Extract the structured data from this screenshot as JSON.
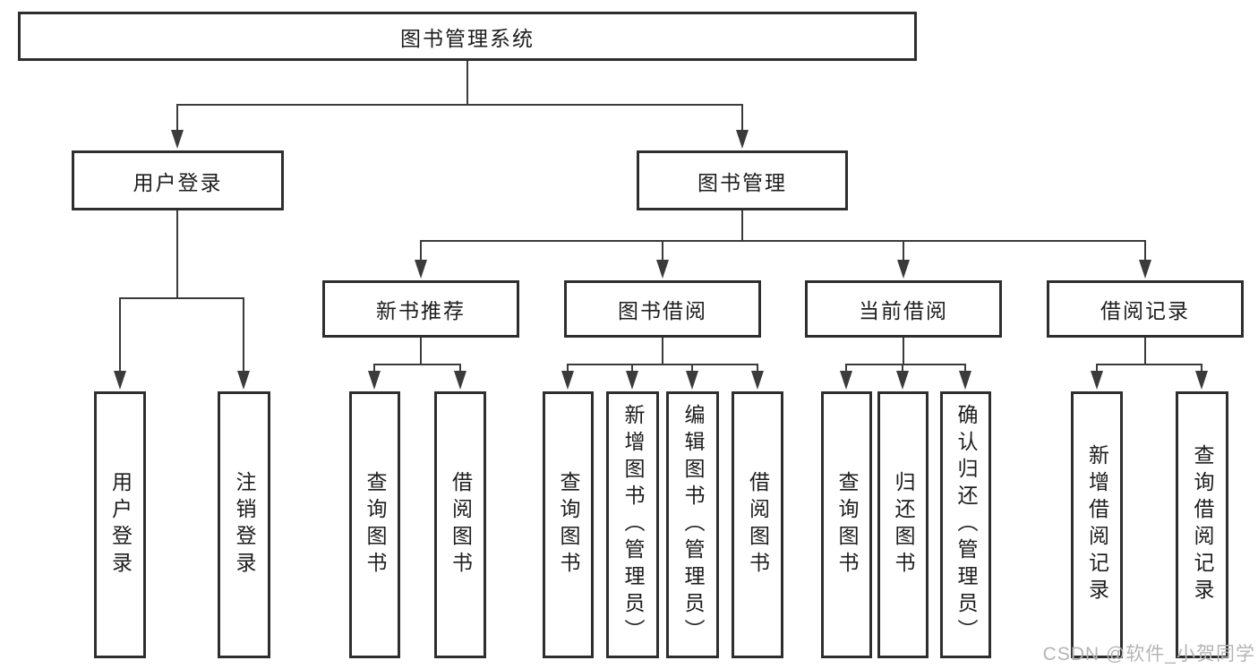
{
  "tree": {
    "label": "图书管理系统",
    "children": [
      {
        "label": "用户登录",
        "children": [
          {
            "label": "用户登录"
          },
          {
            "label": "注销登录"
          }
        ]
      },
      {
        "label": "图书管理",
        "children": [
          {
            "label": "新书推荐",
            "children": [
              {
                "label": "查询图书"
              },
              {
                "label": "借阅图书"
              }
            ]
          },
          {
            "label": "图书借阅",
            "children": [
              {
                "label": "查询图书"
              },
              {
                "label": "新增图书（管理员）"
              },
              {
                "label": "编辑图书（管理员）"
              },
              {
                "label": "借阅图书"
              }
            ]
          },
          {
            "label": "当前借阅",
            "children": [
              {
                "label": "查询图书"
              },
              {
                "label": "归还图书"
              },
              {
                "label": "确认归还（管理员）"
              }
            ]
          },
          {
            "label": "借阅记录",
            "children": [
              {
                "label": "新增借阅记录"
              },
              {
                "label": "查询借阅记录"
              }
            ]
          }
        ]
      }
    ]
  },
  "watermark": {
    "text": "CSDN @软件_小贺同学"
  },
  "colors": {
    "line": "#3b3b3b",
    "box_border": "#2e2e2e",
    "text": "#1d1d1d",
    "watermark": "#b5b5b5",
    "background": "#ffffff"
  }
}
